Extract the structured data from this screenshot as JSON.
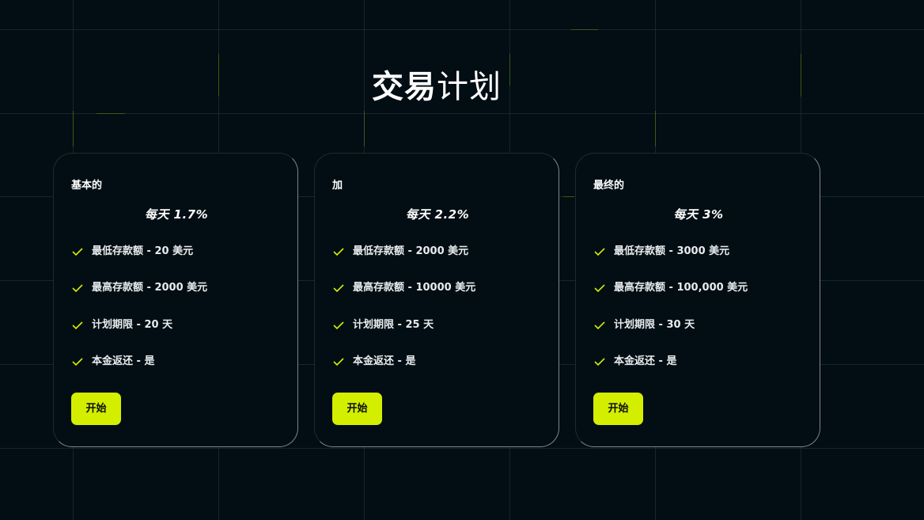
{
  "header": {
    "title_bold": "交易",
    "title_light": "计划"
  },
  "colors": {
    "background": "#020d14",
    "accent": "#d4ee00",
    "grid": "#16262c"
  },
  "plans": [
    {
      "name": "基本的",
      "rate": "每天 1.7%",
      "features": [
        "最低存款额 - 20 美元",
        "最高存款额 - 2000 美元",
        "计划期限 - 20 天",
        "本金返还 - 是"
      ],
      "button_label": "开始"
    },
    {
      "name": "加",
      "rate": "每天 2.2%",
      "features": [
        "最低存款额 - 2000 美元",
        "最高存款额 - 10000 美元",
        "计划期限 - 25 天",
        "本金返还 - 是"
      ],
      "button_label": "开始"
    },
    {
      "name": "最终的",
      "rate": "每天 3%",
      "features": [
        "最低存款额 - 3000 美元",
        "最高存款额 - 100,000 美元",
        "计划期限 - 30 天",
        "本金返还 - 是"
      ],
      "button_label": "开始"
    }
  ]
}
